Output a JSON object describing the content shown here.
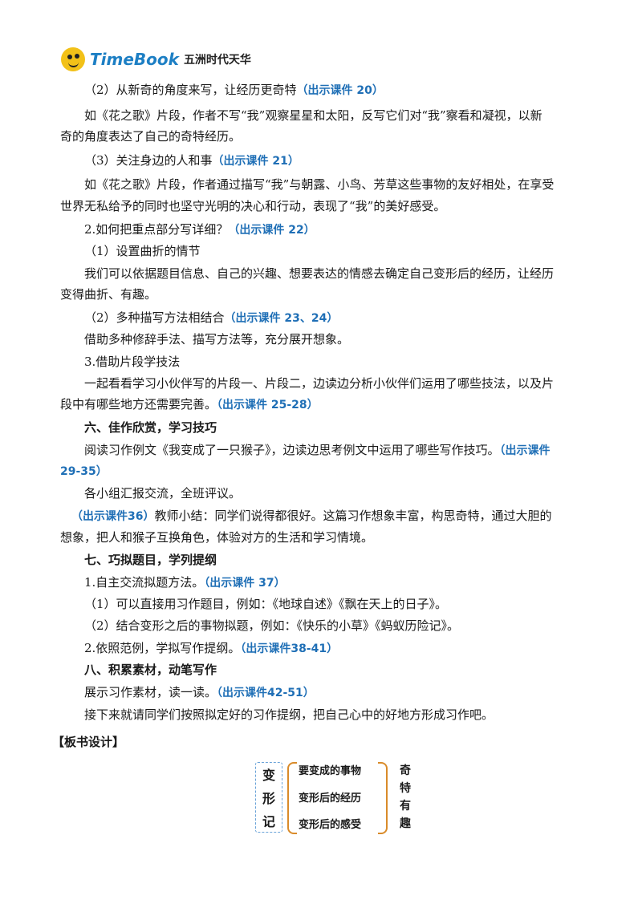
{
  "header": {
    "brand_en": "TimeBook",
    "brand_cn": "五洲时代天华"
  },
  "lines": [
    {
      "text": "（2）从新奇的角度来写，让经历更奇特",
      "cue": "（出示课件 20）"
    },
    {
      "text": "如《花之歌》片段，作者不写“我”观察星星和太阳，反写它们对“我”察看和凝视，以新",
      "cue": ""
    },
    {
      "text": "奇的角度表达了自己的奇特经历。",
      "cue": ""
    },
    {
      "text": "（3）关注身边的人和事",
      "cue": "（出示课件 21）"
    },
    {
      "text": "如《花之歌》片段，作者通过描写“我”与朝露、小鸟、芳草这些事物的友好相处，在享受",
      "cue": ""
    },
    {
      "text": "世界无私给予的同时也坚守光明的决心和行动，表现了“我”的美好感受。",
      "cue": ""
    },
    {
      "text": "2.如何把重点部分写详细？",
      "cue": "（出示课件 22）"
    },
    {
      "text": "（1）设置曲折的情节",
      "cue": ""
    },
    {
      "text": "我们可以依据题目信息、自己的兴趣、想要表达的情感去确定自己变形后的经历，让经历",
      "cue": ""
    },
    {
      "text": "变得曲折、有趣。",
      "cue": ""
    },
    {
      "text": "（2）多种描写方法相结合",
      "cue": "（出示课件 23、24）"
    },
    {
      "text": "借助多种修辞手法、描写方法等，充分展开想象。",
      "cue": ""
    },
    {
      "text": "3.借助片段学技法",
      "cue": ""
    },
    {
      "text": "一起看看学习小伙伴写的片段一、片段二，边读边分析小伙伴们运用了哪些技法，以及片",
      "cue": ""
    },
    {
      "text": "段中有哪些地方还需要完善。",
      "cue": "（出示课件 25-28）"
    },
    {
      "text": "六、佳作欣赏，学习技巧",
      "cue": ""
    },
    {
      "text": "阅读习作例文《我变成了一只猴子》，边读边思考例文中运用了哪些写作技巧。",
      "cue": "（出示课件"
    },
    {
      "text": "",
      "cue": "29-35）"
    },
    {
      "text": "各小组汇报交流，全班评议。",
      "cue": ""
    },
    {
      "text": "教师小结：同学们说得都很好。这篇习作想象丰富，构思奇特，通过大胆的",
      "cue": "（出示课件36）"
    },
    {
      "text": "想象，把人和猴子互换角色，体验对方的生活和学习情境。",
      "cue": ""
    },
    {
      "text": "七、巧拟题目，学列提纲",
      "cue": ""
    },
    {
      "text": "1.自主交流拟题方法。",
      "cue": "（出示课件 37）"
    },
    {
      "text": "（1）可以直接用习作题目，例如：《地球自述》《飘在天上的日子》。",
      "cue": ""
    },
    {
      "text": "（2）结合变形之后的事物拟题，例如：《快乐的小草》《蚂蚁历险记》。",
      "cue": ""
    },
    {
      "text": "2.依照范例，学拟写作提纲。",
      "cue": "（出示课件38-41）"
    },
    {
      "text": "八、积累素材，动笔写作",
      "cue": ""
    },
    {
      "text": "展示习作素材，读一读。",
      "cue": "（出示课件42-51）"
    },
    {
      "text": "接下来就请同学们按照拟定好的习作提纲，把自己心中的好地方形成习作吧。",
      "cue": ""
    },
    {
      "text": "【板书设计】",
      "cue": ""
    }
  ],
  "board": {
    "title_chars": [
      "变",
      "形",
      "记"
    ],
    "items": [
      "要变成的事物",
      "变形后的经历",
      "变形后的感受"
    ],
    "result_chars": [
      "奇",
      "特",
      "有",
      "趣"
    ]
  }
}
